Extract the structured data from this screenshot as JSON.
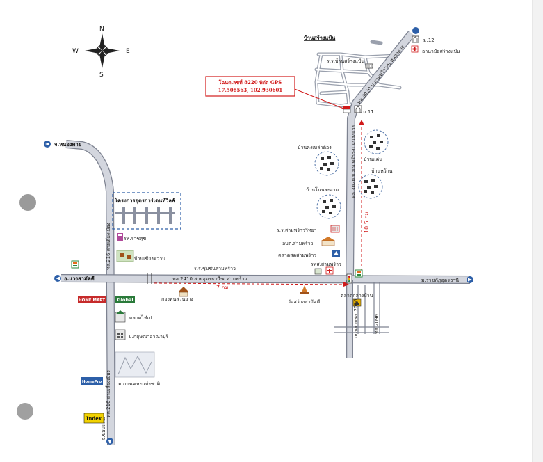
{
  "compass": {
    "n": "N",
    "s": "S",
    "e": "E",
    "w": "W"
  },
  "top_area": {
    "village": "บ้านสร้างแป้น",
    "moo12": "ม.12",
    "health_center": "อานามัยสร้างแป้น",
    "school": "ร.ร.บ้านสร้างแป้น",
    "moo11": "ม.11"
  },
  "callout": {
    "line1": "โฉนดเลขที่ 8220 พิกัด GPS",
    "line2": "17.508563, 102.930601"
  },
  "vertical_road": {
    "label_upper": "ทล.3020 บ.สามพร้าว-บ.หนองแวง",
    "label_lower": "ทล.3020 บ.สามพร้าว-บ.หนองแวง",
    "distance": "10.5 กม."
  },
  "villages": {
    "kham_lao": "บ้านคงเหล่าต้อง",
    "baen": "บ้านแค่น",
    "nong_wan": "บ้านหว้าน",
    "nong_sa_at": "บ้านโนนสะอาด"
  },
  "right_landmarks": {
    "school": "ร.ร.สามพร้าววิทยา",
    "sao": "อบต.สามพร้าว",
    "market": "ตลาดสดสามพร้าว",
    "hospital": "รพส.สามพร้าว",
    "temple": "วัดสว่างสามัคคี",
    "central_market": "ตลาดกลางบ้าน",
    "road_2096_a": "ถนนสายพง. 2096",
    "road_2096_b": "ทล.2096"
  },
  "left_roads": {
    "nong_khai": "จ.หนองคาย",
    "road216_upper": "ทล.216 สายเลี่ยงเมือง",
    "road216_lower": "ทล.216 สายเลี่ยงเมือง",
    "khon_kaen": "จ.ขอนแก่น",
    "wang_sam_mo": "อ.แวงสามัคคี"
  },
  "project": {
    "name": "โครงการอุดรการ์เดนท์วิลล์"
  },
  "left_landmarks": {
    "hospital": "รพ.ราชสุข",
    "b1": "บ้านเชียงหวาน",
    "homemart": "HOME MART",
    "global": "Global",
    "market_thai": "ตลาดไท๋เป",
    "village": "ม.กฤษณาอาณาบุรี",
    "university": "ม.การเคหะแห่งชาติ",
    "home_pro": "HomePro",
    "index": "Index"
  },
  "horizontal_road": {
    "school": "ร.ร.ชุมชนสามพร้าว",
    "label": "ทล.2410 สายอุดรธานี-ต.สามพร้าว",
    "distance": "7 กม.",
    "rubber": "กองทุนสวนยาง",
    "right_end": "ม.ราชภัฏอุดรธานี"
  },
  "colors": {
    "road_fill": "#c9cdd6",
    "road_edge": "#7d8290",
    "red": "#d11a1a",
    "blue": "#2d5fa8",
    "circle": "#5577aa"
  }
}
